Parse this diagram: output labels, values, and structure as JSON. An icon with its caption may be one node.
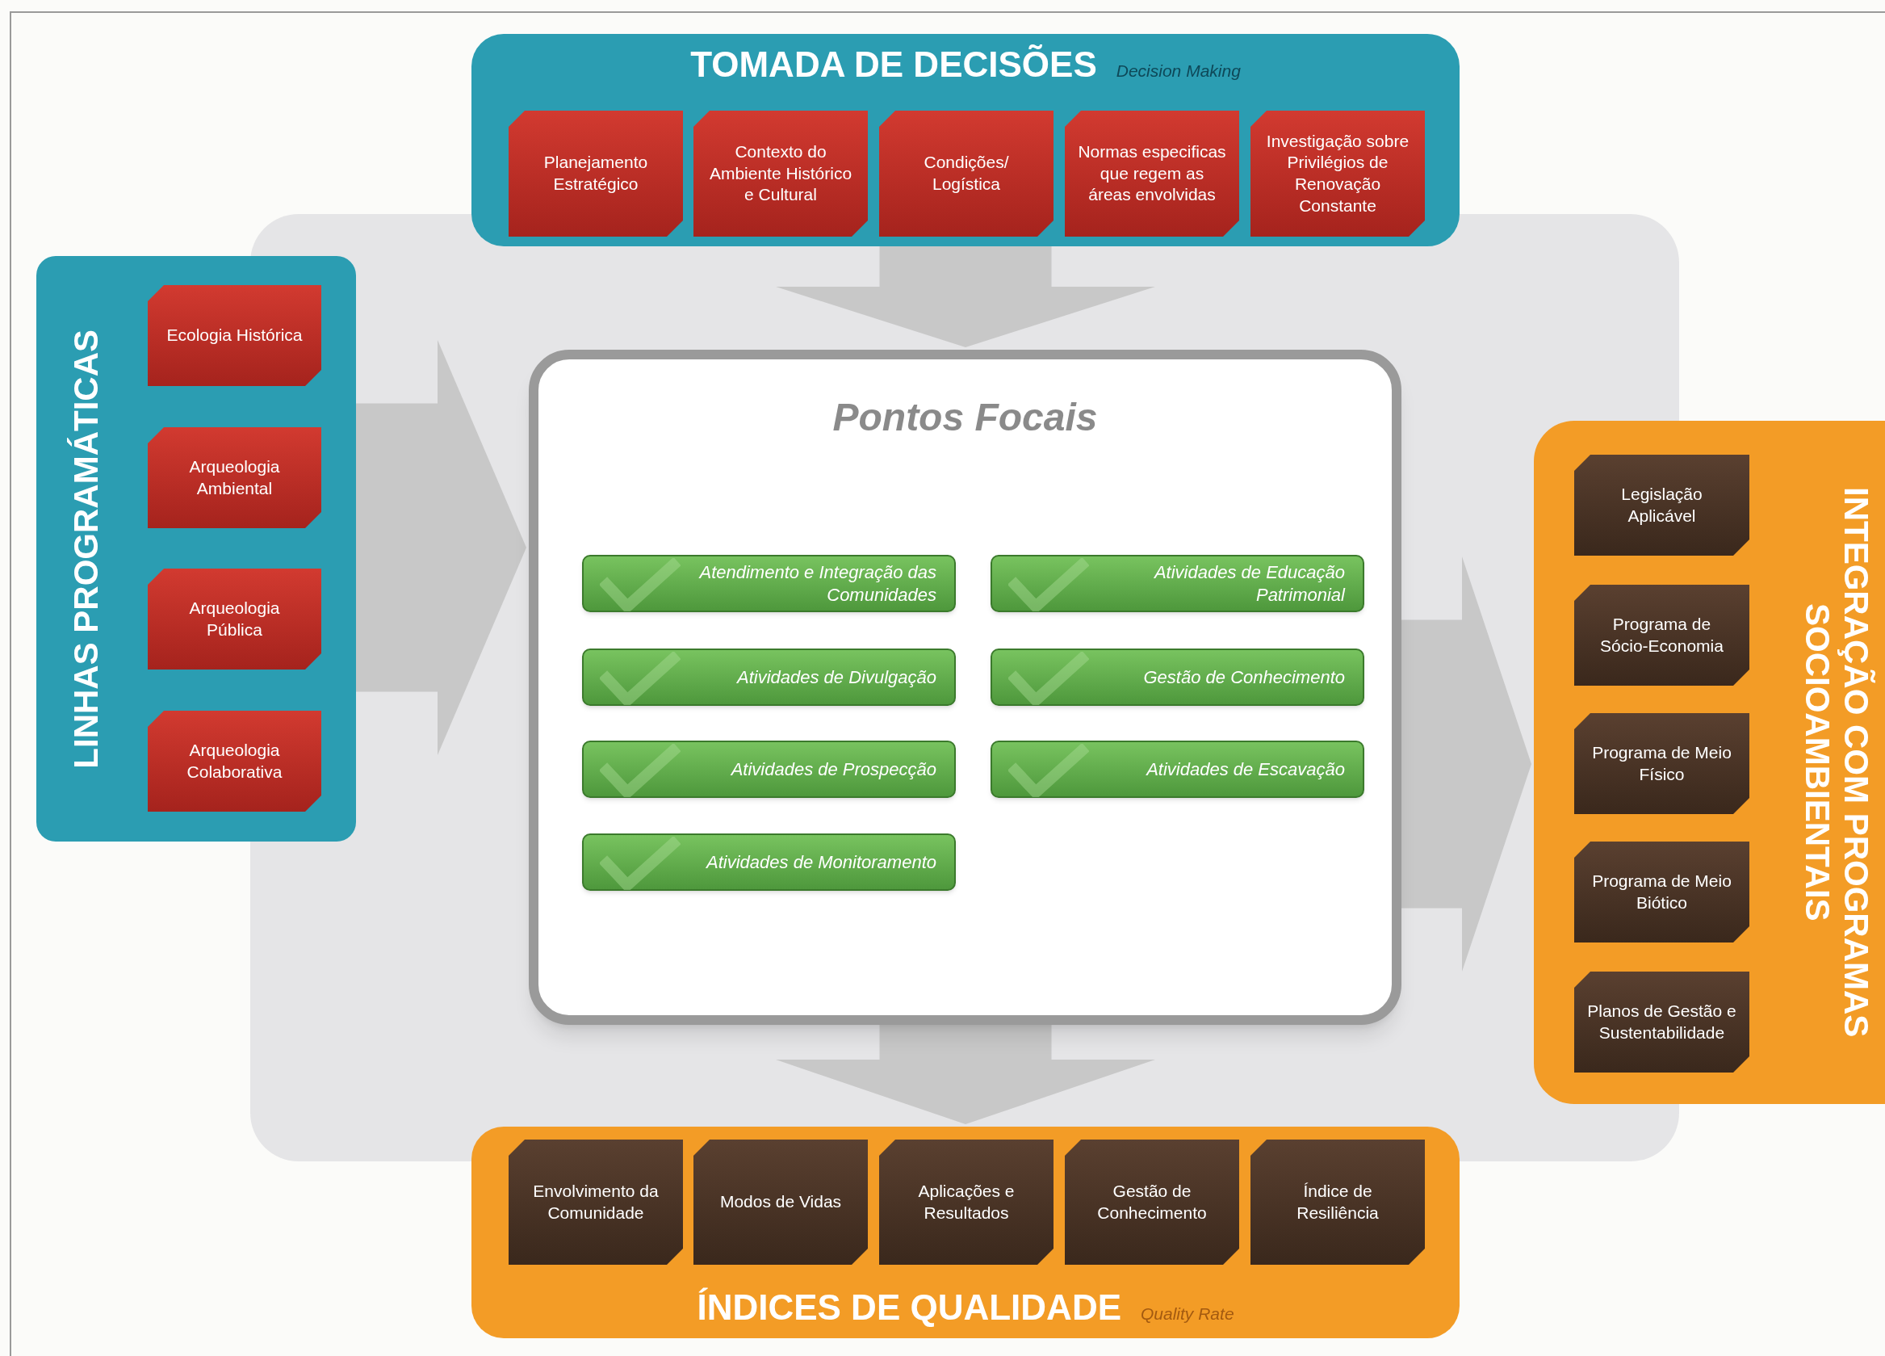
{
  "diagram": {
    "nodes": [
      {
        "text": [
          "TOMADA DE DECISÕES",
          "Decision Making"
        ]
      },
      {
        "text": [
          "Planejamento Estratégico"
        ],
        "in": 0
      },
      {
        "text": [
          "Contexto do Ambiente Histórico e Cultural"
        ],
        "in": 0
      },
      {
        "text": [
          "Condições/ Logística"
        ],
        "in": 0
      },
      {
        "text": [
          "Normas especificas que regem as áreas envolvidas"
        ],
        "in": 0
      },
      {
        "text": [
          "Investigação sobre Privilégios de Renovação Constante"
        ],
        "in": 0
      },
      {
        "text": [
          "LINHAS PROGRAMÁTICAS"
        ]
      },
      {
        "text": [
          "Ecologia Histórica"
        ],
        "in": 6
      },
      {
        "text": [
          "Arqueologia Ambiental"
        ],
        "in": 6
      },
      {
        "text": [
          "Arqueologia Pública"
        ],
        "in": 6
      },
      {
        "text": [
          "Arqueologia Colaborativa"
        ],
        "in": 6
      },
      {
        "text": [
          "Pontos Focais"
        ]
      },
      {
        "text": [
          "Atendimento e Integração das Comunidades"
        ],
        "in": 11
      },
      {
        "text": [
          "Atividades de Educação Patrimonial"
        ],
        "in": 11
      },
      {
        "text": [
          "Atividades de Divulgação"
        ],
        "in": 11
      },
      {
        "text": [
          "Gestão de Conhecimento"
        ],
        "in": 11
      },
      {
        "text": [
          "Atividades de Prospecção"
        ],
        "in": 11
      },
      {
        "text": [
          "Atividades de Escavação"
        ],
        "in": 11
      },
      {
        "text": [
          "Atividades de Monitoramento"
        ],
        "in": 11
      },
      {
        "text": [
          "INTEGRAÇÃO COM PROGRAMAS SOCIOAMBIENTAIS"
        ]
      },
      {
        "text": [
          "Legislação Aplicável"
        ],
        "in": 19
      },
      {
        "text": [
          "Programa de Sócio-Economia"
        ],
        "in": 19
      },
      {
        "text": [
          "Programa de Meio Físico"
        ],
        "in": 19
      },
      {
        "text": [
          "Programa de Meio Biótico"
        ],
        "in": 19
      },
      {
        "text": [
          "Planos de Gestão e Sustentabilidade"
        ],
        "in": 19
      },
      {
        "text": [
          "ÍNDICES DE QUALIDADE",
          "Quality Rate"
        ]
      },
      {
        "text": [
          "Envolvimento da Comunidade"
        ],
        "in": 25
      },
      {
        "text": [
          "Modos de Vidas"
        ],
        "in": 25
      },
      {
        "text": [
          "Aplicações e Resultados"
        ],
        "in": 25
      },
      {
        "text": [
          "Gestão de Conhecimento"
        ],
        "in": 25
      },
      {
        "text": [
          "Índice de Resiliência"
        ],
        "in": 25
      }
    ],
    "edges": [
      {
        "from": 0,
        "to": 11,
        "arrow": "to"
      },
      {
        "from": 6,
        "to": 11,
        "arrow": "to"
      },
      {
        "from": 11,
        "to": 19,
        "arrow": "to"
      },
      {
        "from": 11,
        "to": 25,
        "arrow": "to"
      }
    ]
  }
}
